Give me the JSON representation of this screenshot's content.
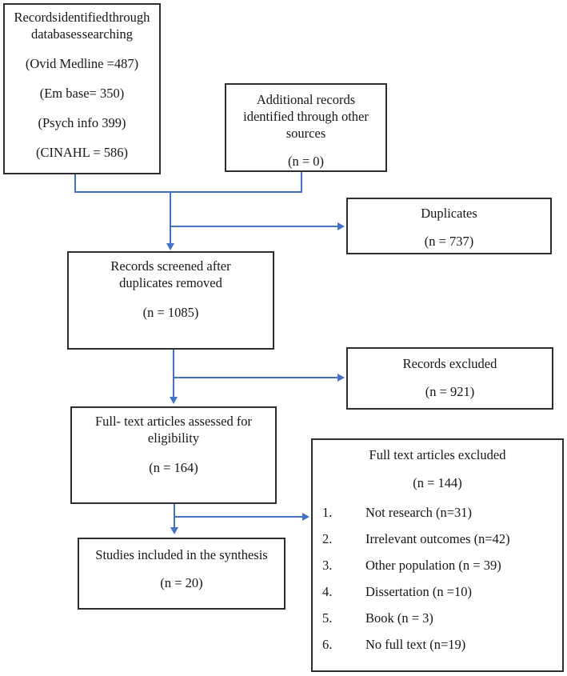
{
  "diagram": {
    "title": "PRISMA study selection flow diagram",
    "colors": {
      "arrow_blue": "#4472C4",
      "box_border": "#2d2d2d",
      "text": "#161616",
      "background": "#ffffff"
    },
    "boxes": {
      "identified": {
        "lines": [
          "Records identified through",
          "databases searching",
          "(Ovid Medline =487)",
          "(Em base= 350)",
          "(Psych info 399)",
          "(CINAHL = 586)"
        ]
      },
      "additional": {
        "lines": [
          "Additional records",
          "identified through other",
          "sources",
          "(n = 0)"
        ]
      },
      "duplicates": {
        "lines": [
          "Duplicates",
          "(n = 737)"
        ]
      },
      "screened": {
        "lines": [
          "Records screened after",
          "duplicates removed",
          "(n = 1085)"
        ]
      },
      "records_excluded": {
        "lines": [
          "Records excluded",
          "(n = 921)"
        ]
      },
      "fulltext": {
        "lines": [
          "Full- text articles assessed for",
          "eligibility",
          "(n = 164)"
        ]
      },
      "fulltext_excluded": {
        "header": "Full text articles excluded",
        "count": "(n = 144)",
        "items": [
          {
            "num": "1.",
            "text": "Not research (n=31)"
          },
          {
            "num": "2.",
            "text": "Irrelevant outcomes (n=42)"
          },
          {
            "num": "3.",
            "text": "Other population (n = 39)"
          },
          {
            "num": "4.",
            "text": "Dissertation (n =10)"
          },
          {
            "num": "5.",
            "text": "Book (n = 3)"
          },
          {
            "num": "6.",
            "text": "No full text (n=19)"
          }
        ]
      },
      "studies": {
        "lines": [
          "Studies included in the synthesis",
          "(n = 20)"
        ]
      }
    }
  }
}
